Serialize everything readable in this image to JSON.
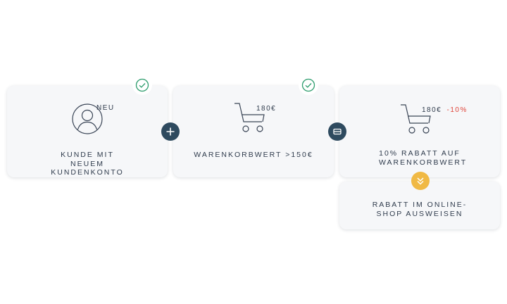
{
  "steps": [
    {
      "label": "KUNDE MIT NEUEM KUNDENKONTO",
      "badge": "NEU",
      "icon": "user-icon",
      "status": "check-icon"
    },
    {
      "label": "WARENKORBWERT >150€",
      "price": "180€",
      "icon": "cart-icon",
      "status": "check-icon"
    },
    {
      "label": "10% RABATT AUF WARENKORBWERT",
      "price": "180€",
      "discount": "-10%",
      "icon": "cart-icon"
    }
  ],
  "operators": [
    "plus-icon",
    "equals-icon"
  ],
  "result": {
    "label": "RABATT IM ONLINE-SHOP AUSWEISEN",
    "icon": "double-chevron-down-icon"
  },
  "colors": {
    "accent_dark": "#2e4a5f",
    "success": "#2e9d6e",
    "highlight": "#f0b944",
    "discount": "#e0453a"
  }
}
